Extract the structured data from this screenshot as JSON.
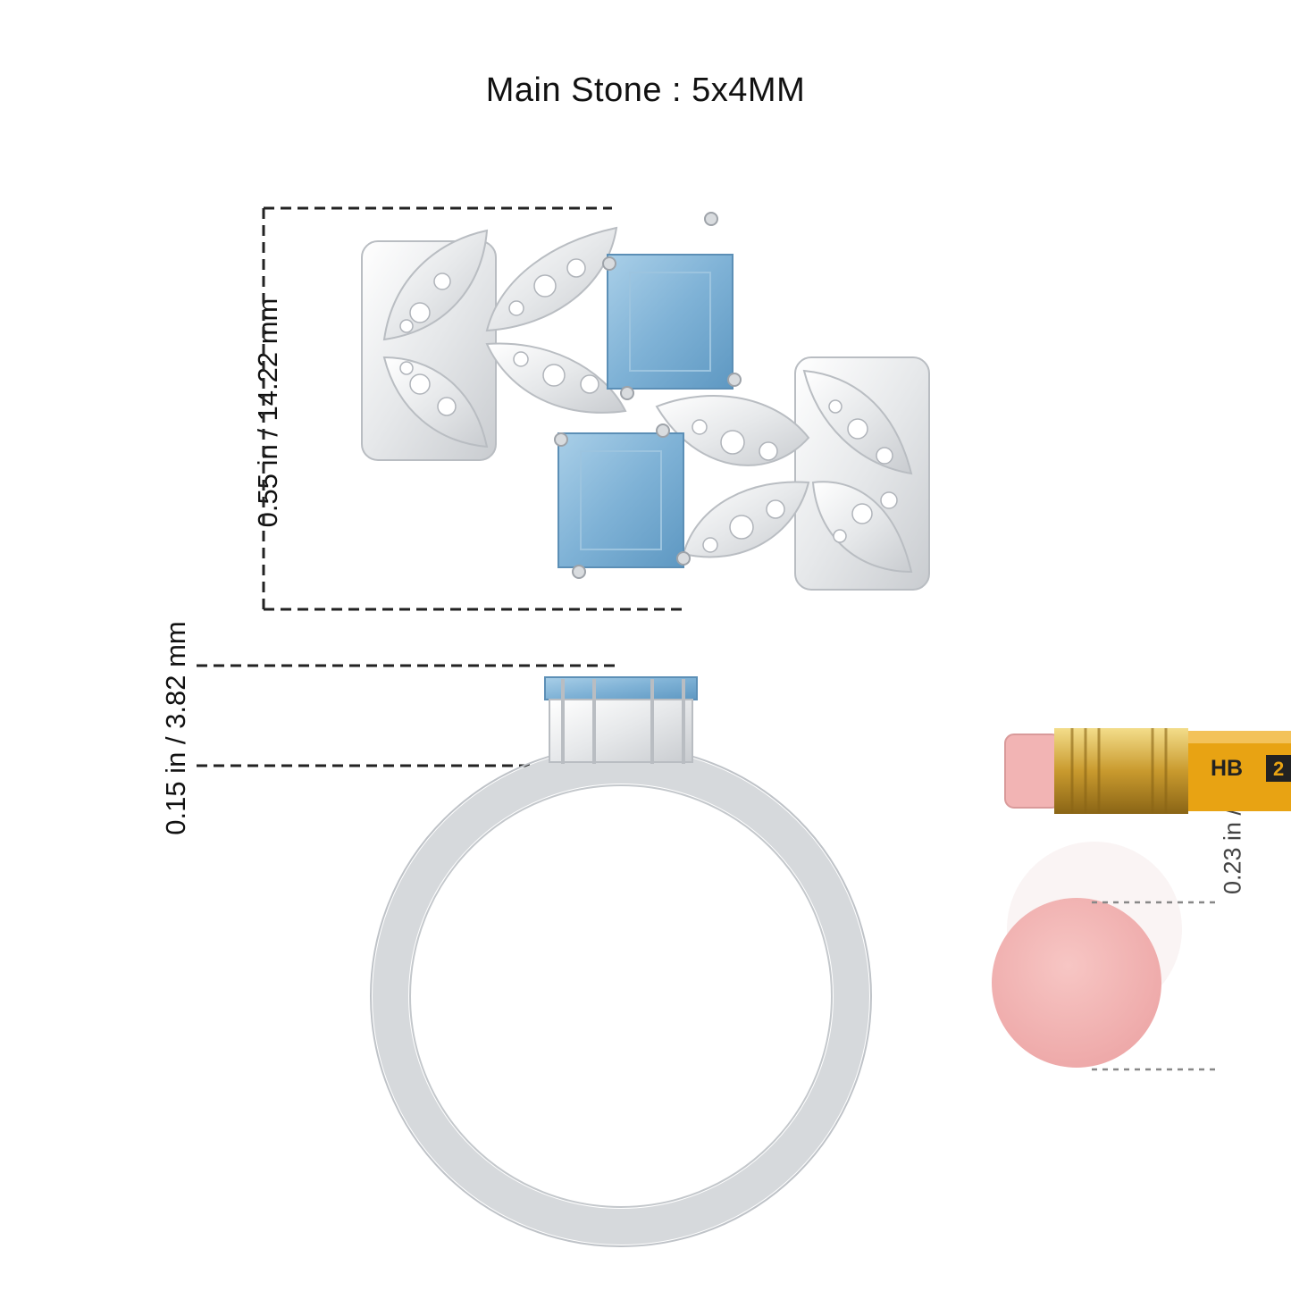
{
  "title": "Main Stone : 5x4MM",
  "dimensions": {
    "top_width_label": "0.55 in / 14.22 mm",
    "height_label": "0.15 in / 3.82 mm",
    "eraser_label": "0.23 in / 6 mm"
  },
  "pencil": {
    "grade_label": "HB",
    "number_label": "2"
  },
  "colors": {
    "metal": "#eceef0",
    "gemstone": "#7fb2d6",
    "eraser": "#f2b4b4",
    "pencil_body": "#e8a313",
    "ferrule": "#d9b24a"
  }
}
